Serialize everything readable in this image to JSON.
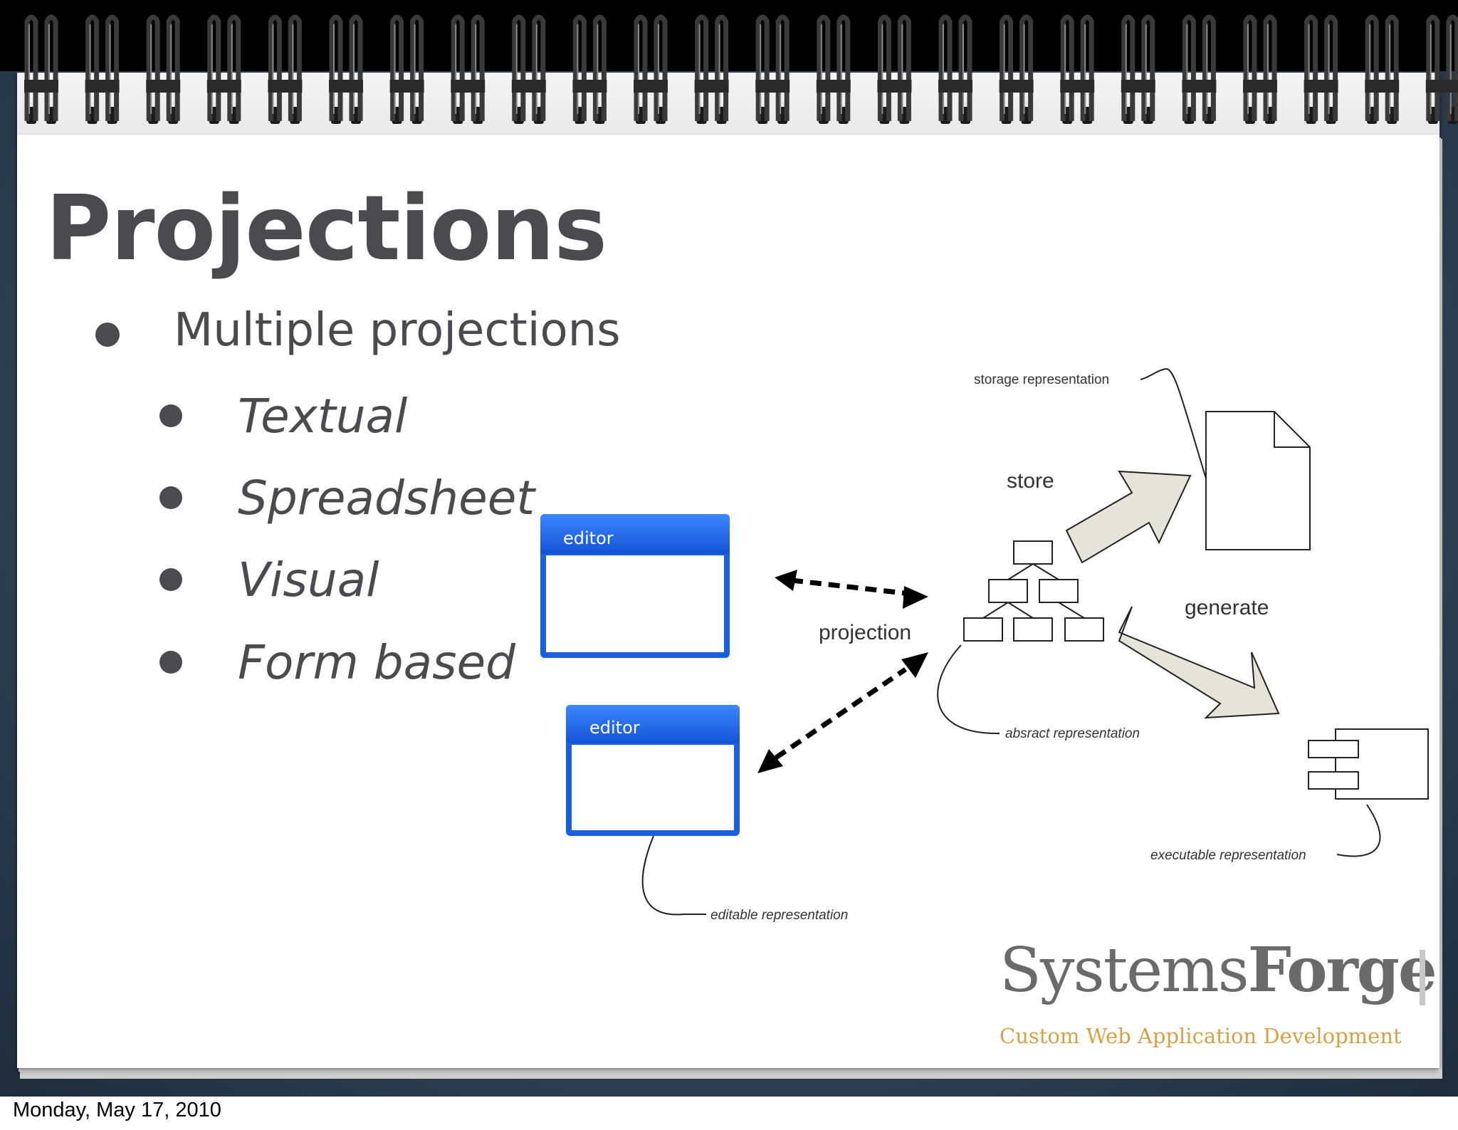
{
  "slide": {
    "title": "Projections",
    "bullets": [
      {
        "text": "Multiple projections",
        "children": [
          "Textual",
          "Spreadsheet",
          "Visual",
          "Form based"
        ]
      }
    ]
  },
  "diagram": {
    "editor1_title": "editor",
    "editor2_title": "editor",
    "projection_label": "projection",
    "store_label": "store",
    "generate_label": "generate",
    "storage_label": "storage representation",
    "abstract_label": "absract representation",
    "executable_label": "executable representation",
    "editable_label": "editable representation",
    "editor_color": "#1a5fe0",
    "arrow_fill": "#e4e4d8"
  },
  "logo": {
    "name_part1": "Systems",
    "name_part2": "Forge",
    "tagline": "Custom Web Application Development",
    "flame_color": "#e58a1f"
  },
  "footer": {
    "date": "Monday, May 17, 2010"
  }
}
